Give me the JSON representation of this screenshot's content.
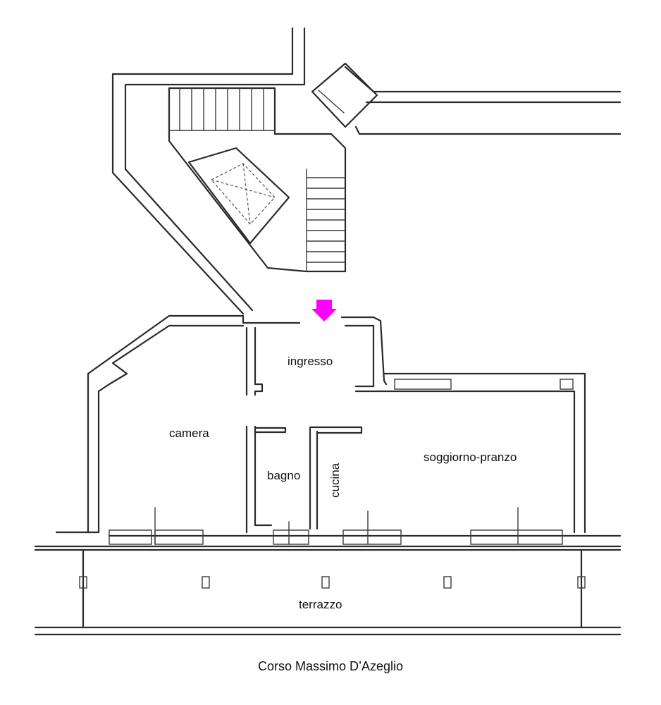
{
  "rooms": {
    "ingresso": "ingresso",
    "camera": "camera",
    "bagno": "bagno",
    "cucina": "cucina",
    "soggiorno": "soggiorno-pranzo",
    "terrazzo": "terrazzo"
  },
  "street": "Corso Massimo D’Azeglio",
  "colors": {
    "entrance_arrow": "#ff00ff",
    "walls": "#2a2a2a"
  },
  "icons": {
    "entrance": "entrance-arrow-icon"
  }
}
